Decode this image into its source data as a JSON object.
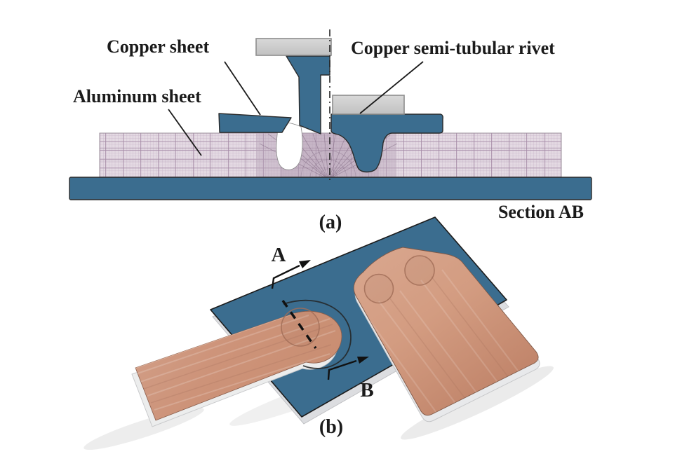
{
  "labels": {
    "copper_sheet": "Copper sheet",
    "aluminum_sheet": "Aluminum sheet",
    "copper_rivet": "Copper semi-tubular rivet",
    "section_ab": "Section AB",
    "panel_a": "(a)",
    "panel_b": "(b)",
    "section_arrow_a": "A",
    "section_arrow_b": "B"
  },
  "colors": {
    "steel_blue": "#3b6d8f",
    "outline_dark": "#1c1c1c",
    "punch_gray": "#cbcbcb",
    "mesh_fill": "#e4dae3",
    "mesh_grid": "#c6b2c8",
    "mesh_grid_dark": "#a58ba6",
    "deformed_mesh": "#b9a4b9",
    "copper": "#cd9379",
    "copper_light": "#dcab93",
    "copper_dark": "#b87c61",
    "sheet_edge_silver": "#e9eaec",
    "background": "#ffffff"
  }
}
